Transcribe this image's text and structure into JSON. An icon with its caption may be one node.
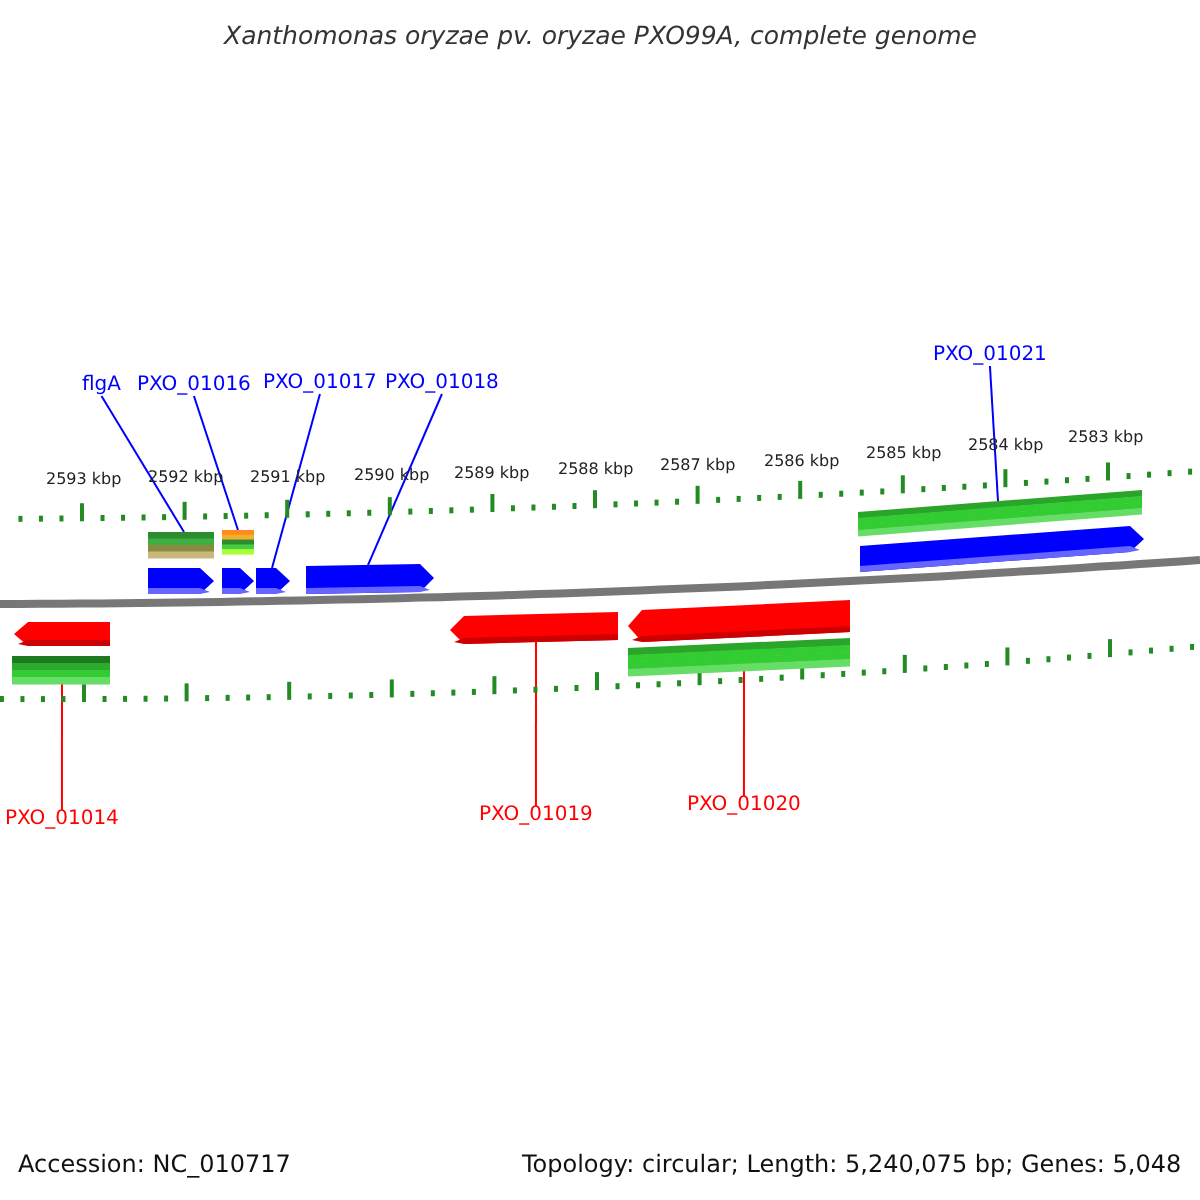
{
  "diagram": {
    "title": "Xanthomonas oryzae pv. oryzae PXO99A, complete genome",
    "nodes": [
      {
        "text": [
          "flgA"
        ]
      },
      {
        "text": [
          "PXO_01016"
        ]
      },
      {
        "text": [
          "PXO_01017"
        ]
      },
      {
        "text": [
          "PXO_01018"
        ]
      },
      {
        "text": [
          "PXO_01021"
        ]
      },
      {
        "text": [
          "PXO_01014"
        ]
      },
      {
        "text": [
          "PXO_01019"
        ]
      },
      {
        "text": [
          "PXO_01020"
        ]
      },
      {
        "text": [],
        "shape": "bar"
      },
      {
        "text": [],
        "shape": "bar"
      },
      {
        "text": [],
        "shape": "bar"
      },
      {
        "text": [],
        "shape": "arrow"
      },
      {
        "text": [],
        "shape": "arrow"
      },
      {
        "text": [],
        "shape": "arrow"
      },
      {
        "text": [],
        "shape": "arrow"
      },
      {
        "text": [],
        "shape": "arrow"
      },
      {
        "text": [],
        "shape": "arrow"
      },
      {
        "text": [],
        "shape": "arrow"
      },
      {
        "text": [],
        "shape": "arrow"
      },
      {
        "text": [],
        "shape": "bar"
      },
      {
        "text": [],
        "shape": "bar"
      }
    ],
    "edges": [
      {
        "from": 0,
        "to": 8,
        "arrow": "none"
      },
      {
        "from": 1,
        "to": 9,
        "arrow": "none"
      },
      {
        "from": 2,
        "to": 13,
        "arrow": "none"
      },
      {
        "from": 3,
        "to": 14,
        "arrow": "none"
      },
      {
        "from": 4,
        "to": 10,
        "arrow": "none"
      },
      {
        "from": 5,
        "to": 19,
        "arrow": "none",
        "color": "#ff0000"
      },
      {
        "from": 6,
        "to": 17,
        "arrow": "none",
        "color": "#ff0000"
      },
      {
        "from": 7,
        "to": 20,
        "arrow": "none",
        "color": "#ff0000"
      }
    ],
    "labels": [
      "2593 kbp",
      "2592 kbp",
      "2591 kbp",
      "2590 kbp",
      "2589 kbp",
      "2588 kbp",
      "2587 kbp",
      "2586 kbp",
      "2585 kbp",
      "2584 kbp",
      "2583 kbp",
      "Accession: NC_010717",
      "Topology: circular; Length: 5,240,075 bp; Genes: 5,048"
    ]
  }
}
